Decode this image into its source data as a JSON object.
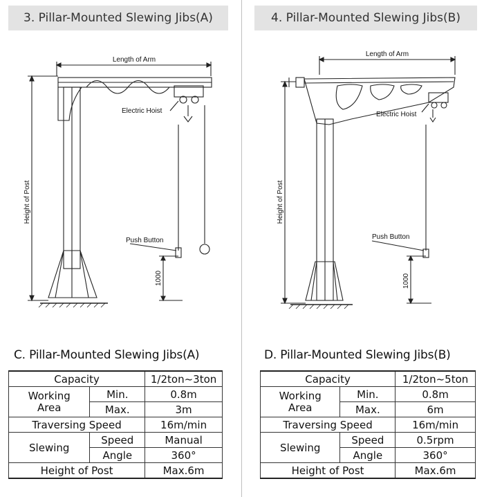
{
  "panels": [
    {
      "header": "3. Pillar-Mounted Slewing Jibs(A)",
      "labels": {
        "length_of_arm": "Length of Arm",
        "electric_hoist": "Electric Hoist",
        "height_of_post": "Height of Post",
        "push_button": "Push Button",
        "dim_1000": "1000"
      },
      "section_title": "C. Pillar-Mounted Slewing Jibs(A)",
      "table": {
        "capacity_label": "Capacity",
        "capacity_value": "1/2ton~3ton",
        "working_area_line1": "Working",
        "working_area_line2": "Area",
        "min_label": "Min.",
        "min_value": "0.8m",
        "max_label": "Max.",
        "max_value": "3m",
        "traversing_label": "Traversing Speed",
        "traversing_value": "16m/min",
        "slewing_label": "Slewing",
        "speed_label": "Speed",
        "speed_value": "Manual",
        "angle_label": "Angle",
        "angle_value": "360°",
        "height_label": "Height of Post",
        "height_value": "Max.6m"
      }
    },
    {
      "header": "4. Pillar-Mounted Slewing Jibs(B)",
      "labels": {
        "length_of_arm": "Length of Arm",
        "electric_hoist": "Electric Hoist",
        "height_of_post": "Height of Post",
        "push_button": "Push Button",
        "dim_1000": "1000"
      },
      "section_title": "D. Pillar-Mounted Slewing Jibs(B)",
      "table": {
        "capacity_label": "Capacity",
        "capacity_value": "1/2ton~5ton",
        "working_area_line1": "Working",
        "working_area_line2": "Area",
        "min_label": "Min.",
        "min_value": "0.8m",
        "max_label": "Max.",
        "max_value": "6m",
        "traversing_label": "Traversing Speed",
        "traversing_value": "16m/min",
        "slewing_label": "Slewing",
        "speed_label": "Speed",
        "speed_value": "0.5rpm",
        "angle_label": "Angle",
        "angle_value": "360°",
        "height_label": "Height of Post",
        "height_value": "Max.6m"
      }
    }
  ]
}
